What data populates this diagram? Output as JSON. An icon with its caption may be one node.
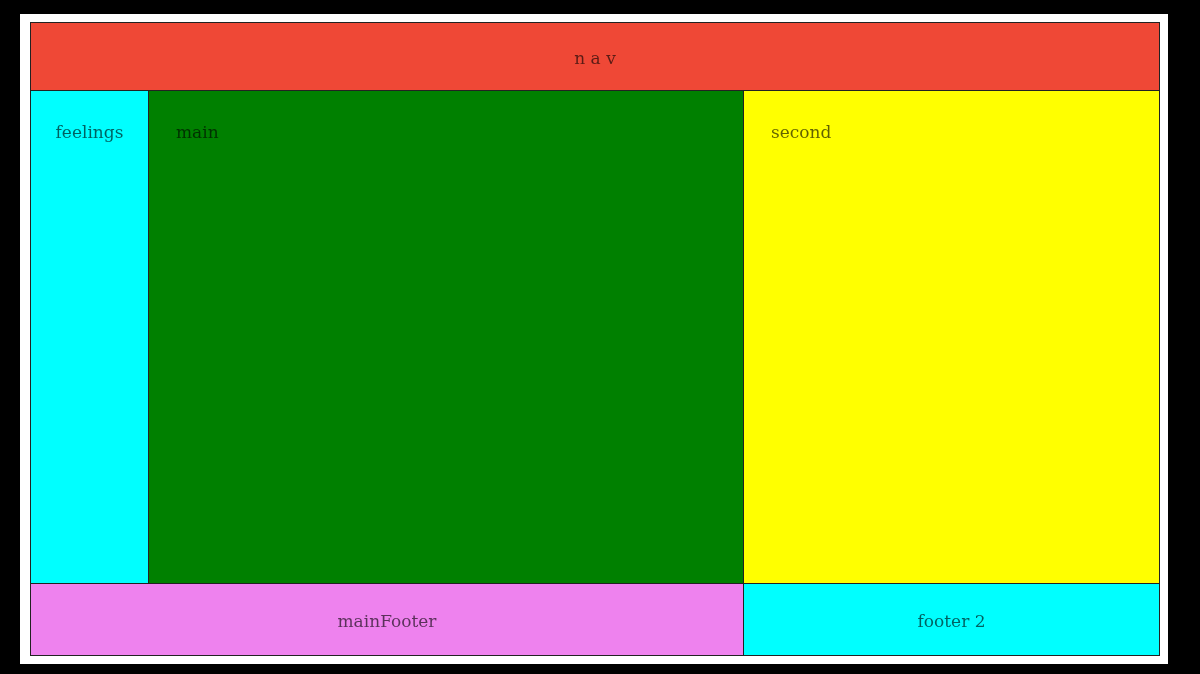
{
  "diagram": {
    "nodes": [
      {
        "text": [
          "n a v"
        ]
      },
      {
        "text": [
          "feelings"
        ]
      },
      {
        "text": [
          "main"
        ]
      },
      {
        "text": [
          "second"
        ]
      },
      {
        "text": [
          "mainFooter"
        ]
      },
      {
        "text": [
          "footer 2"
        ]
      }
    ]
  }
}
